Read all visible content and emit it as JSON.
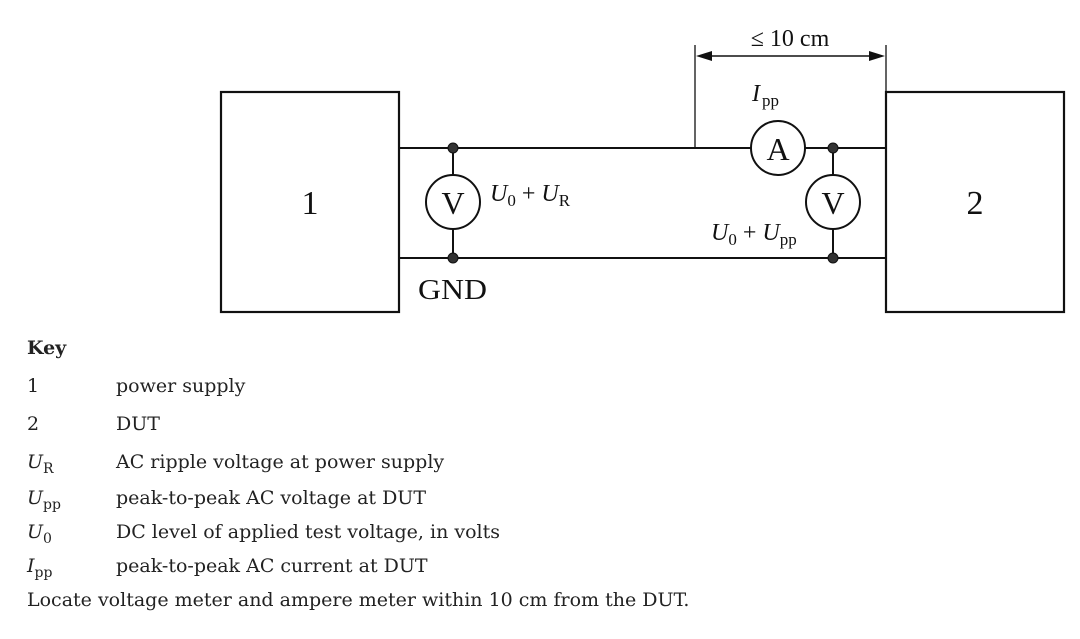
{
  "diagram": {
    "block_1_label": "1",
    "block_2_label": "2",
    "ground_label": "GND",
    "distance_label": "≤ 10 cm",
    "voltmeter_symbol": "V",
    "ammeter_symbol": "A",
    "ammeter_reading": {
      "main": "I",
      "sub": "pp"
    },
    "supply_voltage_label": {
      "u1": "U",
      "s1": "0",
      "plus": " + ",
      "u2": "U",
      "s2": "R"
    },
    "dut_voltage_label": {
      "u1": "U",
      "s1": "0",
      "plus": " + ",
      "u2": "U",
      "s2": "pp"
    }
  },
  "key": {
    "title": "Key",
    "items": [
      {
        "symbol": "1",
        "symbol_sub": "",
        "italic": false,
        "description": "power supply"
      },
      {
        "symbol": "2",
        "symbol_sub": "",
        "italic": false,
        "description": "DUT"
      },
      {
        "symbol": "U",
        "symbol_sub": "R",
        "italic": true,
        "description": "AC ripple voltage at power supply"
      },
      {
        "symbol": "U",
        "symbol_sub": "pp",
        "italic": true,
        "description": "peak-to-peak AC voltage at DUT"
      },
      {
        "symbol": "U",
        "symbol_sub": "0",
        "italic": true,
        "description": "DC level of applied test voltage, in volts"
      },
      {
        "symbol": "I",
        "symbol_sub": "pp",
        "italic": true,
        "description": "peak-to-peak AC current at DUT"
      }
    ],
    "note": "Locate voltage meter and ampere meter within 10 cm from the DUT."
  }
}
